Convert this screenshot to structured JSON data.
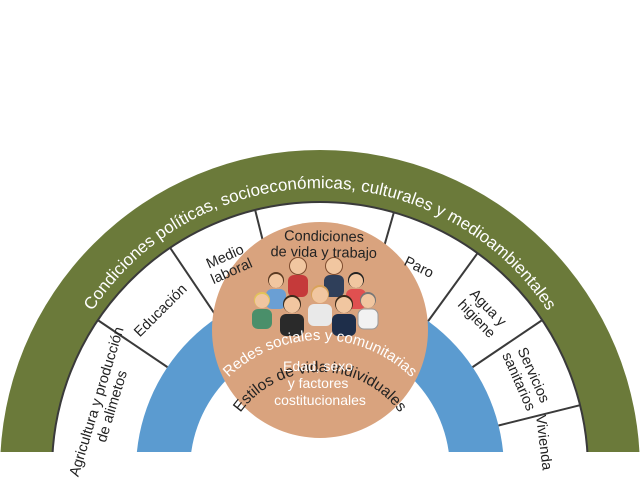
{
  "outer_ring": {
    "label": "Condiciones políticas, socioeconómicas, culturales y medioambientales",
    "color": "#6b7a3a"
  },
  "segments_ring": {
    "color": "#ffffff",
    "border_color": "#3a3a3a",
    "items": [
      {
        "lines": [
          "Agricultura y producción",
          "de alimetos"
        ]
      },
      {
        "lines": [
          "Educación"
        ]
      },
      {
        "lines": [
          "Medio",
          "laboral"
        ]
      },
      {
        "lines": [
          "Condiciones",
          "de vida y trabajo"
        ]
      },
      {
        "lines": [
          "Paro"
        ]
      },
      {
        "lines": [
          "Agua y",
          "higiene"
        ]
      },
      {
        "lines": [
          "Servicios",
          "sanitarios"
        ]
      },
      {
        "lines": [
          "Vivienda"
        ]
      }
    ]
  },
  "social_ring": {
    "label": "Redes sociales y comunitarias",
    "color": "#5b9bd0"
  },
  "lifestyle_ring": {
    "label": "Estilos de vida individuales",
    "color": "#ffffff"
  },
  "core": {
    "lines": [
      "Edad, sexo",
      "y factores",
      "costitucionales"
    ],
    "color": "#d9a37e",
    "icon": "group-of-people-icon"
  }
}
